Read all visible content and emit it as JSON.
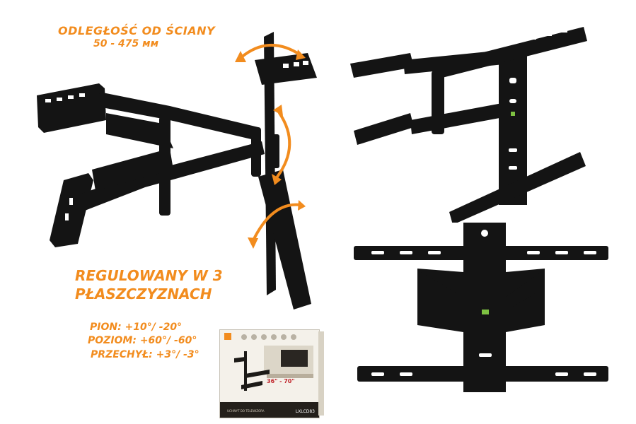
{
  "distance": {
    "title": "ODLEGŁOŚĆ OD ŚCIANY",
    "range": "50 - 475 мм"
  },
  "adjustment": {
    "line1": "REGULOWANY W 3",
    "line2": "PŁASZCZYZNACH"
  },
  "specs": {
    "vertical": "PION: +10°/ -20°",
    "horizontal": "POZIOM: +60°/ -60°",
    "tilt": "PRZECHYŁ: +3°/ -3°"
  },
  "box": {
    "size_label": "36\" - 70\"",
    "model": "LXLCD83",
    "product": "UCHWYT DO TELEWIZORA"
  },
  "colors": {
    "accent": "#f28c1e",
    "mount": "#141414",
    "background": "#ffffff"
  }
}
